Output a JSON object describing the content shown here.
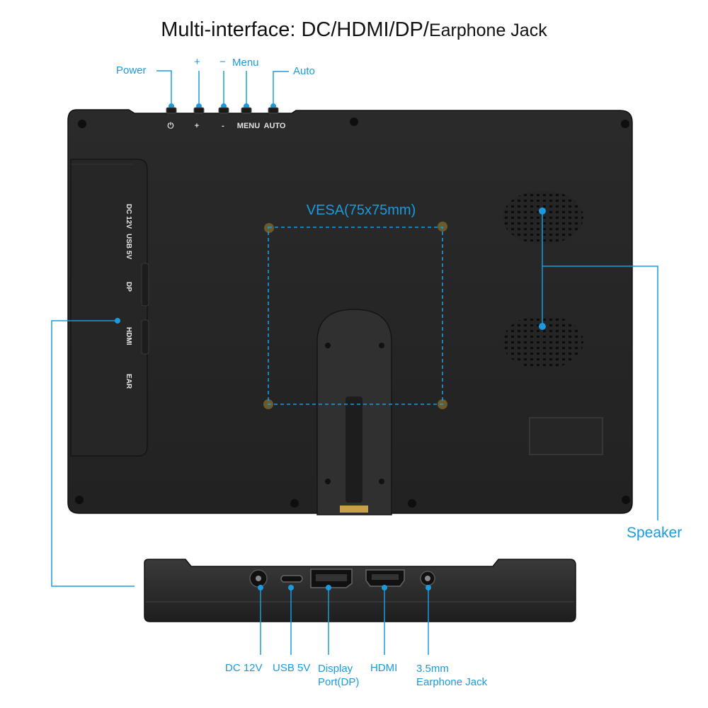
{
  "title": {
    "main": "Multi-interface: DC/HDMI/DP/",
    "tail": "Earphone Jack"
  },
  "top_callouts": {
    "power": "Power",
    "plus": "+",
    "minus": "−",
    "menu": "Menu",
    "auto": "Auto"
  },
  "button_markings": {
    "power": "⏻",
    "plus": "+",
    "minus": "-",
    "menu": "MENU",
    "auto": "AUTO"
  },
  "side_port_markings": [
    "DC 12V",
    "USB 5V",
    "DP",
    "HDMI",
    "EAR"
  ],
  "vesa_label": "VESA(75x75mm)",
  "speaker_label": "Speaker",
  "bottom_callouts": {
    "dc": "DC 12V",
    "usb": "USB 5V",
    "dp_line1": "Display",
    "dp_line2": "Port(DP)",
    "hdmi": "HDMI",
    "ear_line1": "3.5mm",
    "ear_line2": "Earphone Jack"
  },
  "colors": {
    "accent": "#1a9be0",
    "device": "#2b2b2b"
  }
}
